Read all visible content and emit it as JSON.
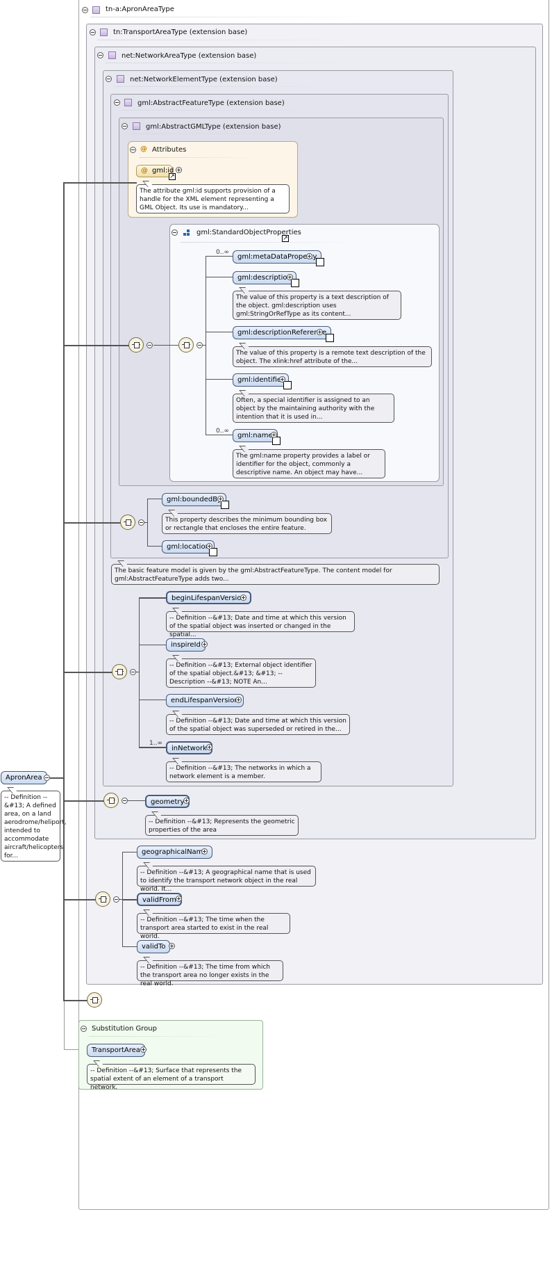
{
  "title": "tn-a:ApronAreaType",
  "frames": {
    "transport": "tn:TransportAreaType (extension base)",
    "network_area": "net:NetworkAreaType (extension base)",
    "network_element": "net:NetworkElementType (extension base)",
    "abstract_feature": "gml:AbstractFeatureType (extension base)",
    "abstract_gml": "gml:AbstractGMLType (extension base)"
  },
  "attributes": {
    "title": "Attributes",
    "gml_id": "gml:id",
    "gml_id_doc": "The attribute gml:id supports provision of a handle for the XML element representing a GML Object. Its use is mandatory..."
  },
  "standard_props": {
    "title": "gml:StandardObjectProperties",
    "metadata": "gml:metaDataProperty",
    "metadata_card": "0..∞",
    "description": "gml:description",
    "description_doc": "The value of this property is a text description of the object. gml:description uses gml:StringOrRefType as its content...",
    "description_ref": "gml:descriptionReference",
    "description_ref_doc": "The value of this property is a remote text description of the object. The xlink:href attribute of the...",
    "identifier": "gml:identifier",
    "identifier_doc": "Often, a special identifier is assigned to an object by the maintaining authority with the intention that it is used in...",
    "name": "gml:name",
    "name_card": "0..∞",
    "name_doc": "The gml:name property provides a label or identifier for the object, commonly a descriptive name. An object may have..."
  },
  "bounded": {
    "bounded_by": "gml:boundedBy",
    "bounded_by_doc": "This property describes the minimum bounding box or rectangle that encloses the entire feature.",
    "location": "gml:location"
  },
  "feature_doc": "The basic feature model is given by the gml:AbstractFeatureType. The content model for gml:AbstractFeatureType adds two...",
  "network_element": {
    "begin": "beginLifespanVersion",
    "begin_doc": "-- Definition --&#13; Date and time at which this version of the spatial object was inserted or changed in the spatial...",
    "inspire": "inspireId",
    "inspire_doc": "-- Definition --&#13; External object identifier of the spatial object.&#13; &#13; -- Description --&#13; NOTE An...",
    "end": "endLifespanVersion",
    "end_doc": "-- Definition --&#13; Date and time at which this version of the spatial object was superseded or retired in the...",
    "in_network": "inNetwork",
    "in_network_card": "1..∞",
    "in_network_doc": "-- Definition --&#13; The networks in which a network element is a member."
  },
  "network_area": {
    "geometry": "geometry",
    "geometry_doc": "-- Definition --&#13; Represents the geometric properties of the area"
  },
  "transport_area": {
    "geo_name": "geographicalName",
    "geo_name_doc": "-- Definition --&#13; A geographical name that is used to identify the transport network object in the real world. It...",
    "valid_from": "validFrom",
    "valid_from_doc": "-- Definition --&#13; The time when the transport area started to exist in the real world.",
    "valid_to": "validTo",
    "valid_to_doc": "-- Definition --&#13; The time from which the transport area no longer exists in the real world."
  },
  "root": {
    "name": "ApronArea",
    "doc": "-- Definition --&#13; A defined area, on a land aerodrome/heliport, intended to accommodate aircraft/helicopters for..."
  },
  "substitution": {
    "title": "Substitution Group",
    "element": "TransportArea",
    "doc": "-- Definition --&#13; Surface that represents the spatial extent of an element of a transport network."
  }
}
